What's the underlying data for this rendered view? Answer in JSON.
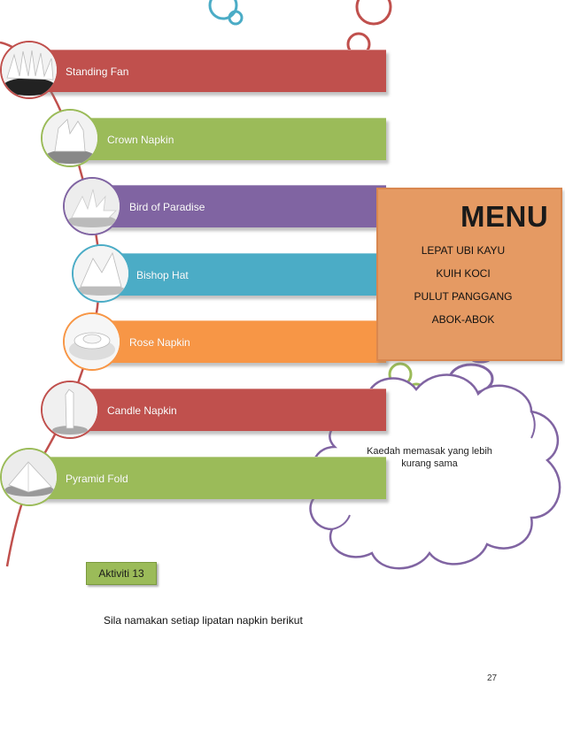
{
  "napkins": [
    {
      "label": "Standing Fan",
      "color": "#c0504d"
    },
    {
      "label": "Crown Napkin",
      "color": "#9bbb59"
    },
    {
      "label": "Bird of Paradise",
      "color": "#8064a2"
    },
    {
      "label": "Bishop Hat",
      "color": "#4bacc6"
    },
    {
      "label": "Rose Napkin",
      "color": "#f79646"
    },
    {
      "label": "Candle Napkin",
      "color": "#c0504d"
    },
    {
      "label": "Pyramid Fold",
      "color": "#9bbb59"
    }
  ],
  "menu": {
    "title": "MENU",
    "items": [
      "LEPAT UBI KAYU",
      "KUIH KOCI",
      "PULUT PANGGANG",
      "ABOK-ABOK"
    ],
    "color": "#e59a63"
  },
  "cloud": {
    "text": "Kaedah memasak yang lebih kurang sama"
  },
  "activity": {
    "label": "Aktiviti 13"
  },
  "instruction": "Sila namakan setiap lipatan napkin berikut",
  "page_number": "27"
}
